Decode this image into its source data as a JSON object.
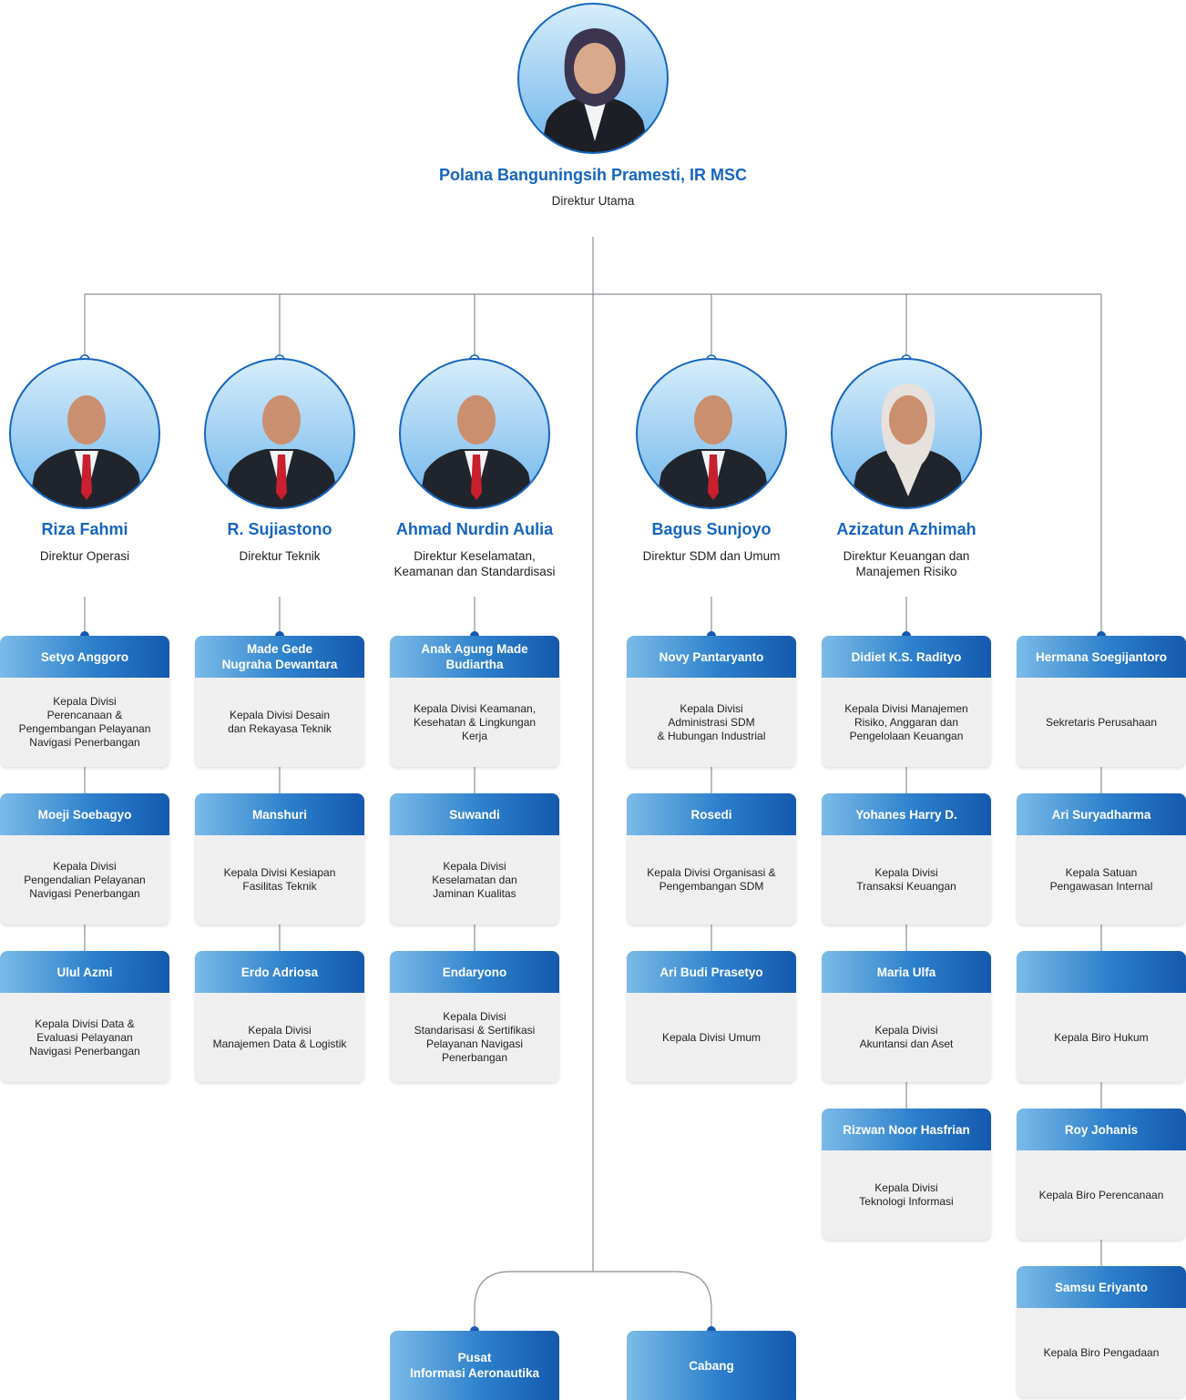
{
  "top": {
    "name": "Polana Banguningsih Pramesti, IR MSC",
    "title": "Direktur Utama"
  },
  "directors": [
    {
      "name": "Riza Fahmi",
      "title": "Direktur Operasi"
    },
    {
      "name": "R. Sujiastono",
      "title": "Direktur Teknik"
    },
    {
      "name": "Ahmad Nurdin Aulia",
      "title": "Direktur Keselamatan,\nKeamanan dan Standardisasi"
    },
    {
      "name": "Bagus Sunjoyo",
      "title": "Direktur SDM dan Umum"
    },
    {
      "name": "Azizatun Azhimah",
      "title": "Direktur Keuangan dan\nManajemen Risiko"
    }
  ],
  "columns": [
    {
      "cards": [
        {
          "name": "Setyo Anggoro",
          "role": "Kepala Divisi\nPerencanaan &\nPengembangan Pelayanan\nNavigasi Penerbangan"
        },
        {
          "name": "Moeji Soebagyo",
          "role": "Kepala Divisi\nPengendalian Pelayanan\nNavigasi Penerbangan"
        },
        {
          "name": "Ulul Azmi",
          "role": "Kepala Divisi Data &\nEvaluasi Pelayanan\nNavigasi Penerbangan"
        }
      ]
    },
    {
      "cards": [
        {
          "name": "Made Gede\nNugraha Dewantara",
          "role": "Kepala Divisi Desain\ndan Rekayasa Teknik"
        },
        {
          "name": "Manshuri",
          "role": "Kepala Divisi Kesiapan\nFasilitas Teknik"
        },
        {
          "name": "Erdo Adriosa",
          "role": "Kepala Divisi\nManajemen Data & Logistik"
        }
      ]
    },
    {
      "cards": [
        {
          "name": "Anak Agung Made\nBudiartha",
          "role": "Kepala Divisi Keamanan,\nKesehatan & Lingkungan\nKerja"
        },
        {
          "name": "Suwandi",
          "role": "Kepala Divisi\nKeselamatan dan\nJaminan Kualitas"
        },
        {
          "name": "Endaryono",
          "role": "Kepala Divisi\nStandarisasi & Sertifikasi\nPelayanan Navigasi\nPenerbangan"
        }
      ]
    },
    {
      "cards": [
        {
          "name": "Novy Pantaryanto",
          "role": "Kepala Divisi\nAdministrasi SDM\n& Hubungan Industrial"
        },
        {
          "name": "Rosedi",
          "role": "Kepala Divisi Organisasi &\nPengembangan SDM"
        },
        {
          "name": "Ari Budi Prasetyo",
          "role": "Kepala Divisi Umum"
        }
      ]
    },
    {
      "cards": [
        {
          "name": "Didiet K.S. Radityo",
          "role": "Kepala Divisi Manajemen\nRisiko, Anggaran dan\nPengelolaan Keuangan"
        },
        {
          "name": "Yohanes Harry D.",
          "role": "Kepala Divisi\nTransaksi Keuangan"
        },
        {
          "name": "Maria Ulfa",
          "role": "Kepala Divisi\nAkuntansi dan Aset"
        },
        {
          "name": "Rizwan Noor Hasfrian",
          "role": "Kepala Divisi\nTeknologi Informasi"
        }
      ]
    },
    {
      "cards": [
        {
          "name": "Hermana Soegijantoro",
          "role": "Sekretaris Perusahaan"
        },
        {
          "name": "Ari Suryadharma",
          "role": "Kepala Satuan\nPengawasan Internal"
        },
        {
          "name": "",
          "role": "Kepala Biro Hukum"
        },
        {
          "name": "Roy Johanis",
          "role": "Kepala Biro Perencanaan"
        },
        {
          "name": "Samsu Eriyanto",
          "role": "Kepala Biro Pengadaan"
        }
      ]
    }
  ],
  "bottom": [
    {
      "label": "Pusat\nInformasi Aeronautika"
    },
    {
      "label": "Cabang"
    }
  ]
}
